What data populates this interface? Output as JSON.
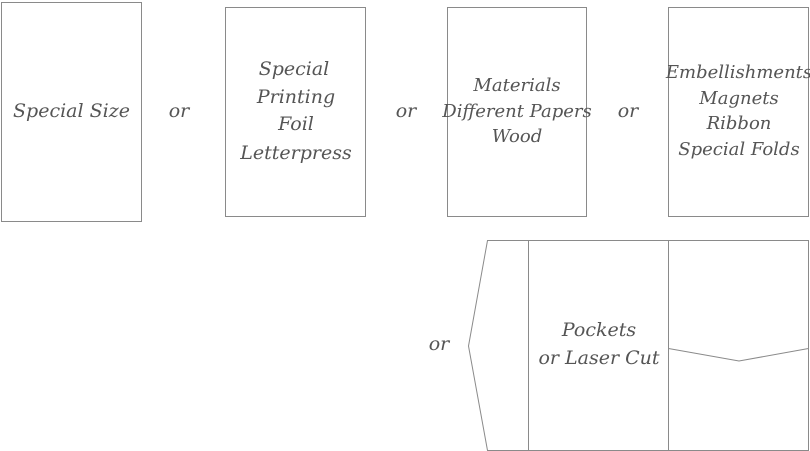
{
  "cards": [
    {
      "lines": [
        "Special Size"
      ]
    },
    {
      "lines": [
        "Special",
        "Printing",
        "Foil",
        "Letterpress"
      ]
    },
    {
      "lines": [
        "Materials",
        "Different Papers",
        "Wood"
      ]
    },
    {
      "lines": [
        "Embellishments",
        "Magnets",
        "Ribbon",
        "Special Folds"
      ]
    }
  ],
  "separators": [
    "or",
    "or",
    "or",
    "or"
  ],
  "pocket": {
    "lines": [
      "Pockets",
      "or Laser Cut"
    ]
  }
}
